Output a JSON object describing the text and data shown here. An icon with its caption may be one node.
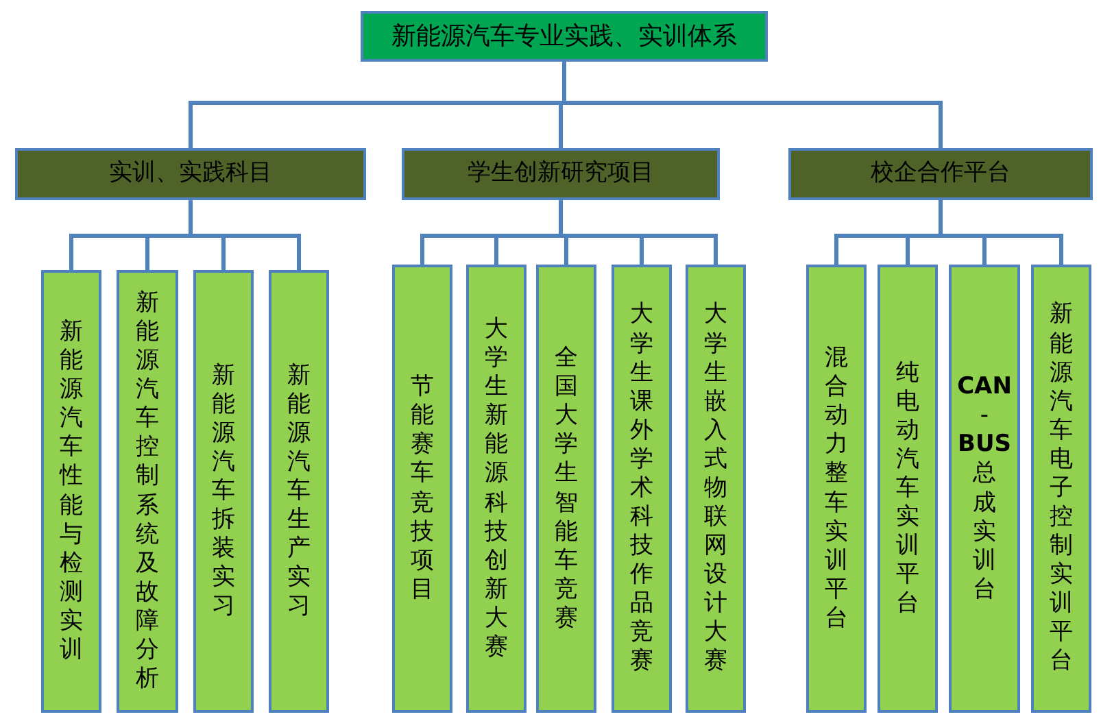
{
  "diagram": {
    "nodes": [
      {
        "text": [
          "新能源汽车专业实践、实训体系"
        ]
      },
      {
        "text": [
          "实训、实践科目"
        ]
      },
      {
        "text": [
          "学生创新研究项目"
        ]
      },
      {
        "text": [
          "校企合作平台"
        ]
      },
      {
        "text": [
          "新能源汽车性能与检测实训"
        ]
      },
      {
        "text": [
          "新能源汽车控制系统及故障分析"
        ]
      },
      {
        "text": [
          "新能源汽车拆装实习"
        ]
      },
      {
        "text": [
          "新能源汽车生产实习"
        ]
      },
      {
        "text": [
          "节能赛车竞技项目"
        ]
      },
      {
        "text": [
          "大学生新能源科技创新大赛"
        ]
      },
      {
        "text": [
          "全国大学生智能车竞赛"
        ]
      },
      {
        "text": [
          "大学生课外学术科技作品竞赛"
        ]
      },
      {
        "text": [
          "大学生嵌入式物联网设计大赛"
        ]
      },
      {
        "text": [
          "混合动力整车实训平台"
        ]
      },
      {
        "text": [
          "纯电动汽车实训平台"
        ]
      },
      {
        "text": [
          "CAN-BUS总成实训台"
        ]
      },
      {
        "text": [
          "新能源汽车电子控制实训平台"
        ]
      }
    ],
    "edges": [
      {
        "from": 0,
        "to": 1,
        "arrow": "none"
      },
      {
        "from": 0,
        "to": 2,
        "arrow": "none"
      },
      {
        "from": 0,
        "to": 3,
        "arrow": "none"
      },
      {
        "from": 1,
        "to": 4,
        "arrow": "none"
      },
      {
        "from": 1,
        "to": 5,
        "arrow": "none"
      },
      {
        "from": 1,
        "to": 6,
        "arrow": "none"
      },
      {
        "from": 1,
        "to": 7,
        "arrow": "none"
      },
      {
        "from": 2,
        "to": 8,
        "arrow": "none"
      },
      {
        "from": 2,
        "to": 9,
        "arrow": "none"
      },
      {
        "from": 2,
        "to": 10,
        "arrow": "none"
      },
      {
        "from": 2,
        "to": 11,
        "arrow": "none"
      },
      {
        "from": 2,
        "to": 12,
        "arrow": "none"
      },
      {
        "from": 3,
        "to": 13,
        "arrow": "none"
      },
      {
        "from": 3,
        "to": 14,
        "arrow": "none"
      },
      {
        "from": 3,
        "to": 15,
        "arrow": "none"
      },
      {
        "from": 3,
        "to": 16,
        "arrow": "none"
      }
    ]
  }
}
